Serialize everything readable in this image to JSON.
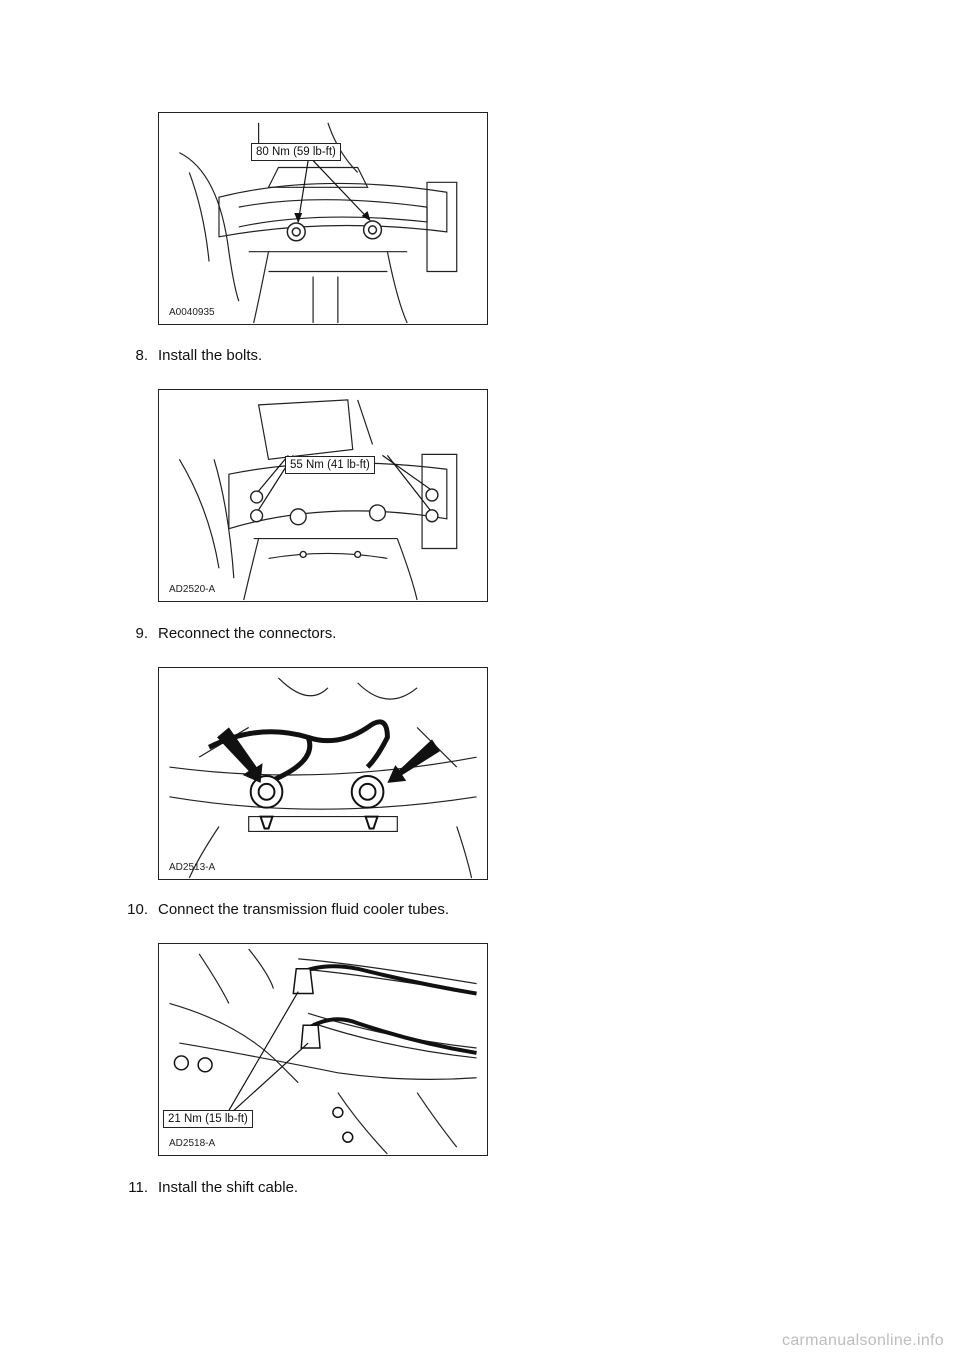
{
  "figures": [
    {
      "id_label": "A0040935",
      "callout": "80 Nm (59 lb-ft)"
    },
    {
      "id_label": "AD2520-A",
      "callout": "55 Nm (41 lb-ft)"
    },
    {
      "id_label": "AD2513-A",
      "callout": ""
    },
    {
      "id_label": "AD2518-A",
      "callout": "21 Nm (15 lb-ft)"
    }
  ],
  "steps": [
    {
      "number": "8.",
      "text": "Install the bolts."
    },
    {
      "number": "9.",
      "text": "Reconnect the connectors."
    },
    {
      "number": "10.",
      "text": "Connect the transmission fluid cooler tubes."
    },
    {
      "number": "11.",
      "text": "Install the shift cable."
    }
  ],
  "watermark": "carmanualsonline.info"
}
